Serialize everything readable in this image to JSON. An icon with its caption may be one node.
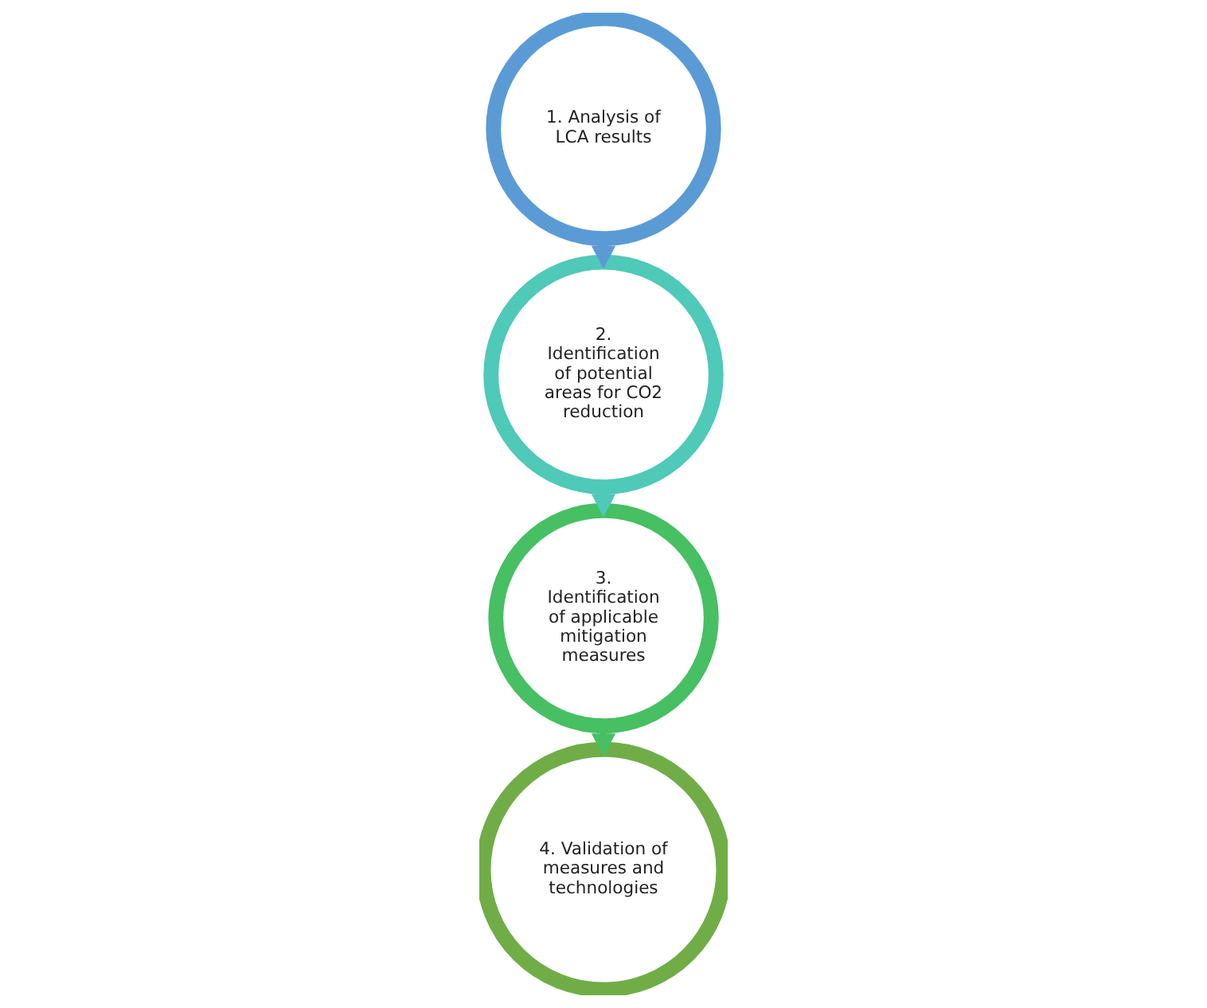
{
  "diagram": {
    "nodes": [
      {
        "text": [
          "1. Analysis of LCA results"
        ]
      },
      {
        "text": [
          "2. Identification of potential areas for CO2 reduction"
        ]
      },
      {
        "text": [
          "3. Identification of applicable mitigation measures"
        ]
      },
      {
        "text": [
          "4. Validation of measures and technologies"
        ]
      }
    ],
    "edges": [
      {
        "from": 0,
        "to": 1,
        "arrow": "to",
        "color": "#5b9bd5"
      },
      {
        "from": 1,
        "to": 2,
        "arrow": "to",
        "color": "#4fc9b8"
      },
      {
        "from": 2,
        "to": 3,
        "arrow": "to",
        "color": "#47bf63"
      }
    ]
  }
}
